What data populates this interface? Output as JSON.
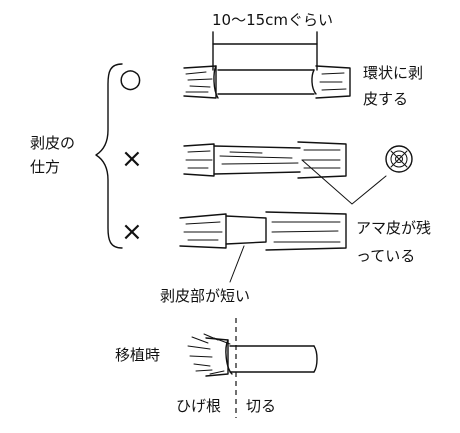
{
  "top": {
    "length_label": "10～15cmぐらい"
  },
  "section": {
    "title_line1": "剥皮の",
    "title_line2": "仕方"
  },
  "rows": [
    {
      "mark": "○",
      "note_line1": "環状に剥",
      "note_line2": "皮する"
    },
    {
      "mark": "×",
      "note_line1": "アマ皮が残",
      "note_line2": "っている"
    },
    {
      "mark": "×",
      "note_line1": "剥皮部が短い",
      "note_line2": ""
    }
  ],
  "transplant": {
    "label": "移植時",
    "roots_label": "ひげ根",
    "cut_label": "切る"
  }
}
